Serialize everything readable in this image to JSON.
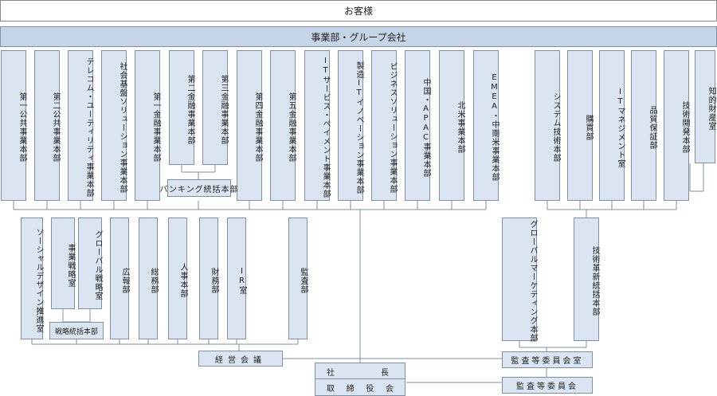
{
  "customer": "お客様",
  "group": "事業部・グループ会社",
  "business_units": [
    "第一公共事業本部",
    "第二公共事業本部",
    "テレコム・ユーティリティ事業本部",
    "社会基盤ソリューション事業本部",
    "第一金融事業本部",
    "第二金融事業本部",
    "第三金融事業本部",
    "第四金融事業本部",
    "第五金融事業本部",
    "ITサービス・ペイメント事業本部",
    "製造ITイノベーション事業本部",
    "ビジネスソリューション事業本部",
    "中国・APAC事業本部",
    "北米事業本部",
    "EMEA・中南米事業本部"
  ],
  "banking_hq": "バンキング統括本部",
  "tech_units": [
    "システム技術本部",
    "購買部",
    "ITマネジメント室",
    "品質保証部",
    "技術開発本部",
    "知的財産室"
  ],
  "corporate_units": [
    "ソーシャルデザイン推進室",
    "事業戦略室",
    "グローバル戦略室",
    "広報部",
    "総務部",
    "人事本部",
    "財務部",
    "IR室",
    "監査部"
  ],
  "strategy_hq": "戦略統括本部",
  "global_marketing": "グローバルマーケティング本部",
  "tech_innovation": "技術革新統括本部",
  "management_meeting": "経営会議",
  "president": {
    "title": "社",
    "title2": "長"
  },
  "board": {
    "a": "取",
    "b": "締",
    "c": "役",
    "d": "会"
  },
  "audit_office": "監査等委員会室",
  "audit_committee": "監査等委員会"
}
